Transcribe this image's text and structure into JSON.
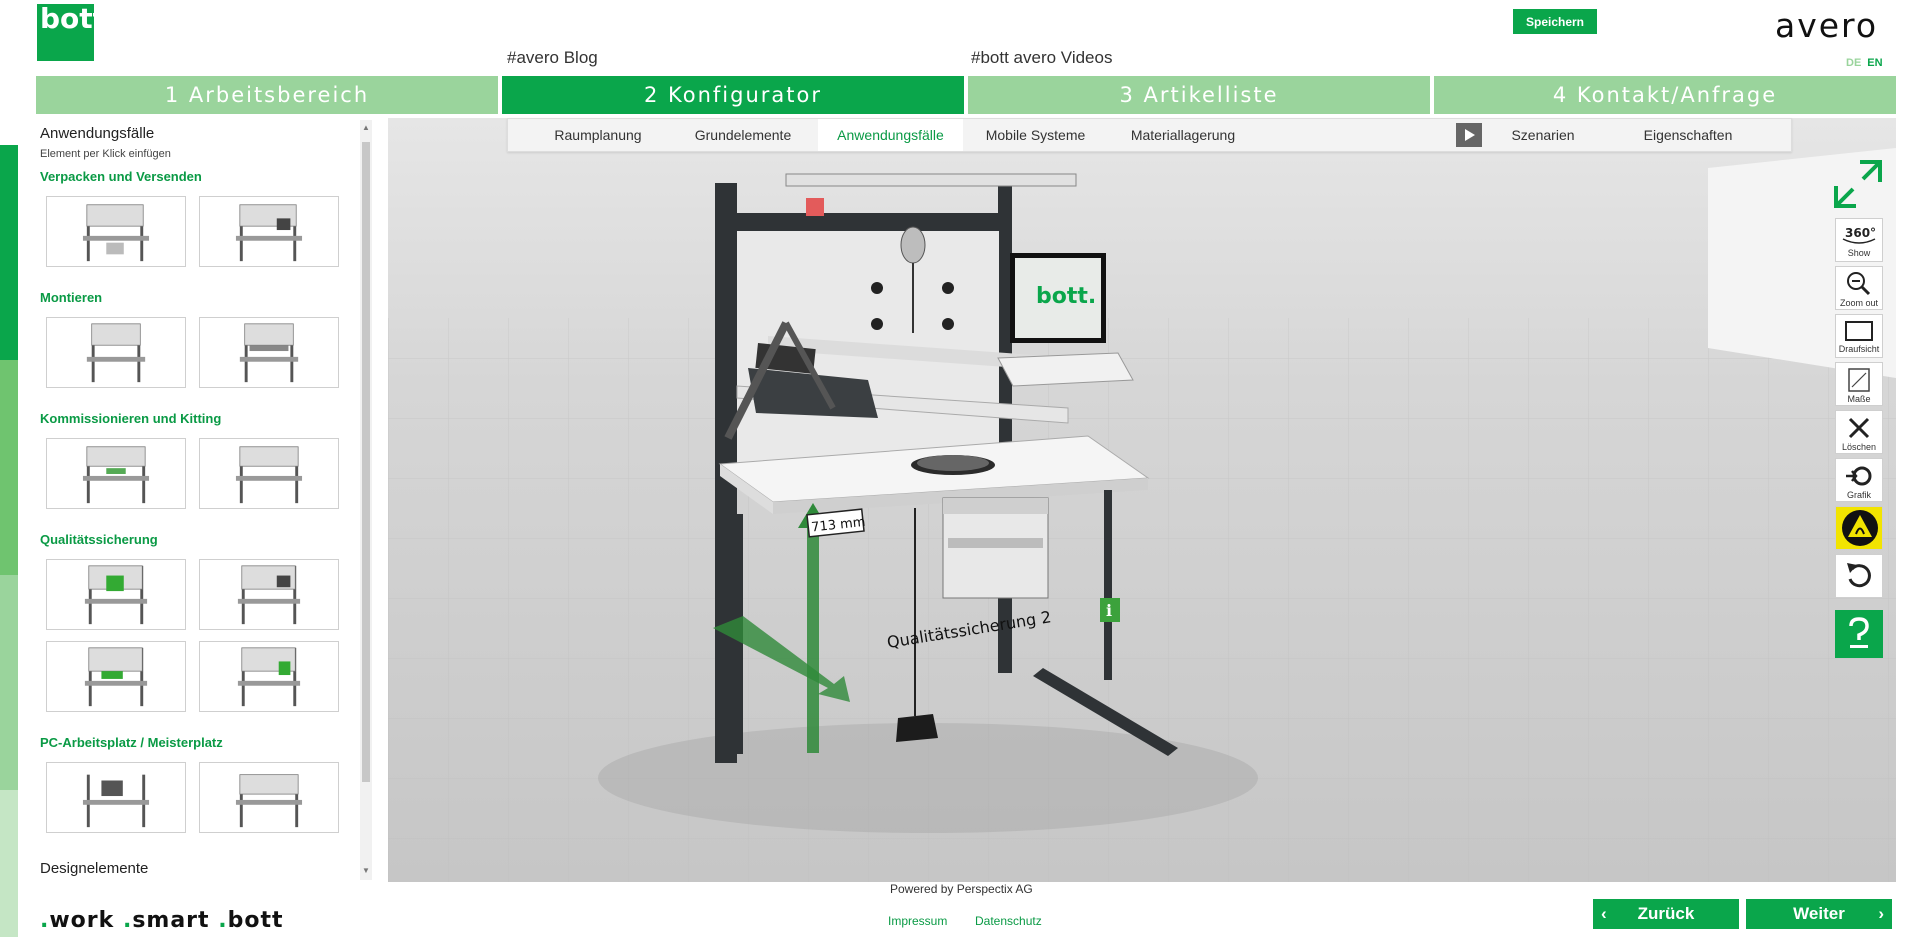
{
  "brand": {
    "logo_text": "bott",
    "right_logo": "avero",
    "accent": "#0aa64b",
    "tagline_parts": [
      ".work",
      ".smart",
      ".bott"
    ]
  },
  "header": {
    "save_label": "Speichern",
    "links": [
      "#avero Blog",
      "#bott avero Videos"
    ],
    "lang": {
      "de": "DE",
      "en": "EN"
    }
  },
  "steps": [
    {
      "label": "1   Arbeitsbereich",
      "active": false
    },
    {
      "label": "2   Konfigurator",
      "active": true
    },
    {
      "label": "3   Artikelliste",
      "active": false
    },
    {
      "label": "4   Kontakt/Anfrage",
      "active": false
    }
  ],
  "tabs": [
    {
      "label": "Raumplanung",
      "active": false
    },
    {
      "label": "Grundelemente",
      "active": false
    },
    {
      "label": "Anwendungsfälle",
      "active": true
    },
    {
      "label": "Mobile Systeme",
      "active": false
    },
    {
      "label": "Materiallagerung",
      "active": false
    },
    {
      "label": "Szenarien",
      "active": false
    },
    {
      "label": "Eigenschaften",
      "active": false
    }
  ],
  "sidebar": {
    "title": "Anwendungsfälle",
    "subtitle": "Element per Klick einfügen",
    "categories": [
      {
        "title": "Verpacken und Versenden"
      },
      {
        "title": "Montieren"
      },
      {
        "title": "Kommissionieren und Kitting"
      },
      {
        "title": "Qualitätssicherung"
      },
      {
        "title": "PC-Arbeitsplatz / Meisterplatz"
      }
    ],
    "bottom_item": "Designelemente"
  },
  "scene": {
    "measure_label": "713 mm",
    "element_label": "Qualitätssicherung 2",
    "monitor_text": "bott."
  },
  "tools": [
    {
      "icon": "360-icon",
      "label": "Show",
      "top_text": "360°"
    },
    {
      "icon": "zoom-out-icon",
      "label": "Zoom out"
    },
    {
      "icon": "top-view-icon",
      "label": "Draufsicht"
    },
    {
      "icon": "dimensions-icon",
      "label": "Maße"
    },
    {
      "icon": "delete-icon",
      "label": "Löschen"
    },
    {
      "icon": "graphics-settings-icon",
      "label": "Grafik"
    },
    {
      "icon": "esd-icon",
      "label": ""
    },
    {
      "icon": "undo-icon",
      "label": ""
    }
  ],
  "footer": {
    "powered": "Powered by Perspectix AG",
    "links": [
      "Impressum",
      "Datenschutz"
    ],
    "back": "Zurück",
    "next": "Weiter"
  }
}
